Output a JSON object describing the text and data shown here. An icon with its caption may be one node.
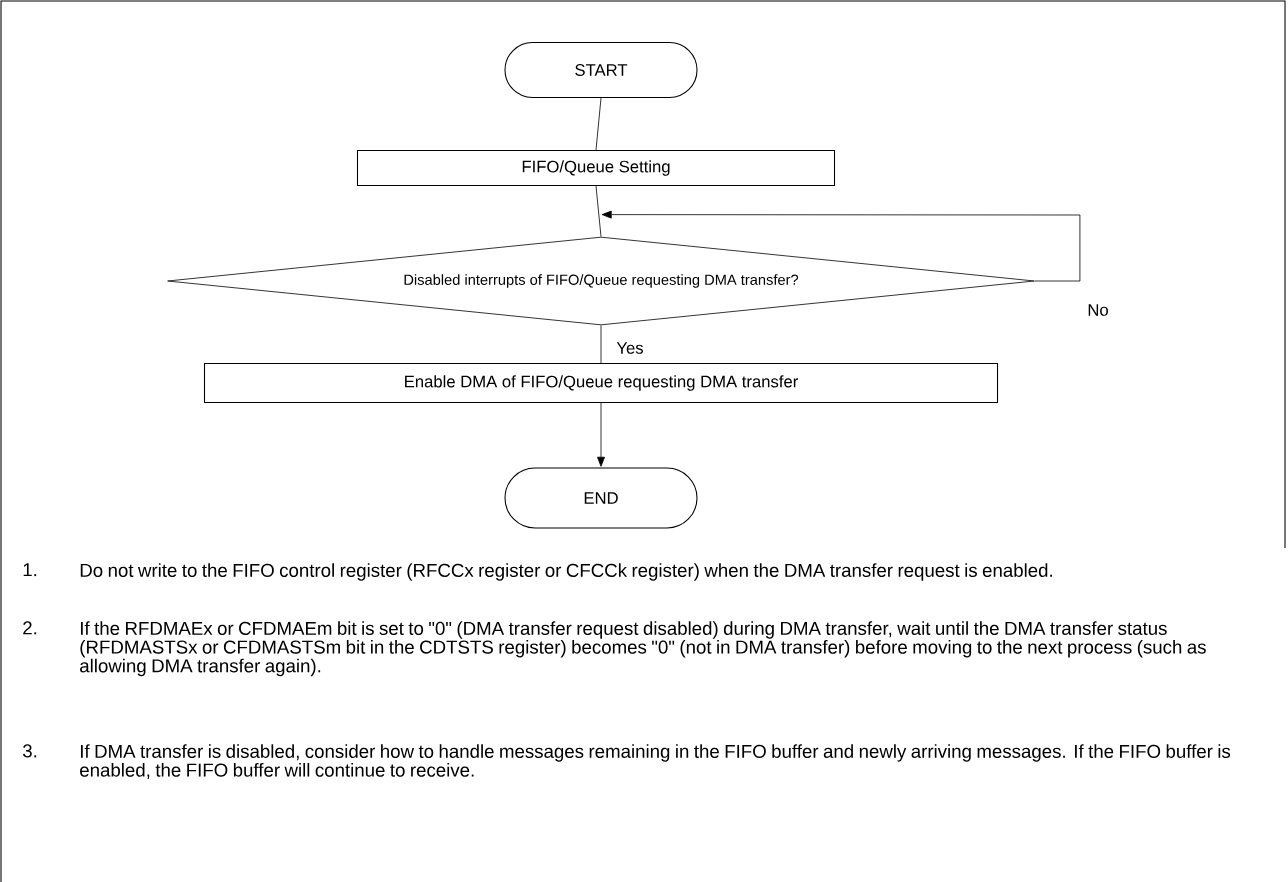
{
  "diagram": {
    "nodes": [
      {
        "text": [
          "START"
        ]
      },
      {
        "text": [
          "FIFO/Queue Setting"
        ]
      },
      {
        "text": [
          "Disabled interrupts of FIFO/Queue requesting DMA transfer?"
        ]
      },
      {
        "text": [
          "Enable DMA of FIFO/Queue requesting DMA transfer"
        ]
      },
      {
        "text": [
          "END"
        ]
      }
    ],
    "edges": [
      {
        "from": 0,
        "to": 1,
        "arrow": "none"
      },
      {
        "from": 1,
        "to": 2,
        "arrow": "none"
      },
      {
        "from": 2,
        "to": 2,
        "arrow": "to",
        "label": "No"
      },
      {
        "from": 2,
        "to": 3,
        "arrow": "none",
        "label": "Yes"
      },
      {
        "from": 3,
        "to": 4,
        "arrow": "to"
      }
    ],
    "labels": [
      "1.",
      "Do not write to the FIFO control register (RFCCx register or CFCCk register) when the DMA transfer request is enabled.",
      "2.",
      "If the RFDMAEx or CFDMAEm bit is set to \"0\" (DMA transfer request disabled) during DMA transfer, wait until the DMA transfer status (RFDMASTSx or CFDMASTSm bit in the CDTSTS register) becomes \"0\" (not in DMA transfer) before moving to the next process (such as allowing DMA transfer again).",
      "3.",
      "If DMA transfer is disabled, consider how to handle messages remaining in the FIFO buffer and newly arriving messages. If the FIFO buffer is enabled, the FIFO buffer will continue to receive."
    ]
  }
}
